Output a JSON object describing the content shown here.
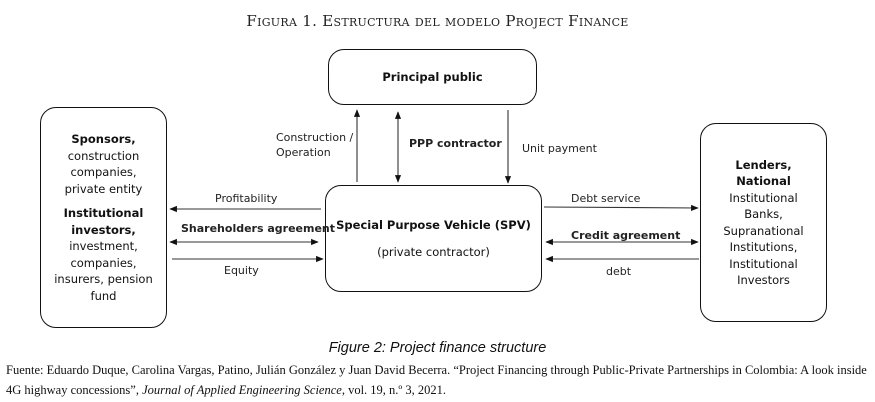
{
  "title": "Figura 1. Estructura del modelo Project Finance",
  "boxes": {
    "principal": {
      "label": "Principal public"
    },
    "spv": {
      "title": "Special Purpose Vehicle (SPV)",
      "subtitle": "(private contractor)"
    },
    "sponsors": {
      "heading1": "Sponsors,",
      "lines1": [
        "construction",
        "companies,",
        "private entity"
      ],
      "heading2": "Institutional",
      "heading2b": "investors,",
      "lines2": [
        "investment,",
        "companies,",
        "insurers, pension",
        "fund"
      ]
    },
    "lenders": {
      "heading": [
        "Lenders,",
        "National"
      ],
      "lines": [
        "Institutional",
        "Banks,",
        "Supranational",
        "Institutions,",
        "Institutional",
        "Investors"
      ]
    }
  },
  "arrows": {
    "construction": "Construction /",
    "construction2": "Operation",
    "ppp": "PPP contractor",
    "unit_payment": "Unit payment",
    "profitability": "Profitability",
    "shareholders": "Shareholders agreement",
    "equity": "Equity",
    "debt_service": "Debt service",
    "credit": "Credit agreement",
    "debt": "debt"
  },
  "caption": "Figure 2: Project finance structure",
  "source": {
    "prefix": "Fuente: Eduardo Duque, Carolina Vargas, Patino, Julián González y Juan David Becerra. “Project Financing through Public-Private Partnerships in Colombia: A look inside 4G highway concessions”, ",
    "journal": "Journal of Applied Engineering Science",
    "suffix": ", vol. 19, n.º 3, 2021."
  }
}
